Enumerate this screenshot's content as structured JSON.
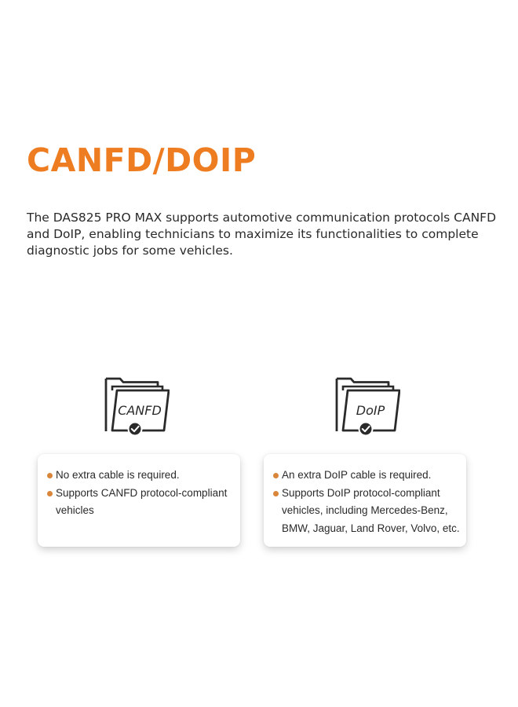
{
  "title": "CANFD/DOIP",
  "description": "The DAS825 PRO MAX supports automotive communication protocols CANFD and DoIP, enabling technicians to maximize its functionalities to complete diagnostic jobs for some vehicles.",
  "colors": {
    "accent": "#ee7d22",
    "bullet": "#d9853a",
    "text": "#2a2a2a"
  },
  "features": [
    {
      "icon": "canfd-folder-check-icon",
      "icon_label": "CANFD",
      "bullets": [
        "No extra cable is required.",
        "Supports CANFD protocol-compliant vehicles"
      ]
    },
    {
      "icon": "doip-folder-check-icon",
      "icon_label": "DoIP",
      "bullets": [
        "An extra DoIP cable is required.",
        "Supports DoIP protocol-compliant vehicles, including Mercedes-Benz, BMW, Jaguar, Land Rover, Volvo, etc."
      ]
    }
  ]
}
